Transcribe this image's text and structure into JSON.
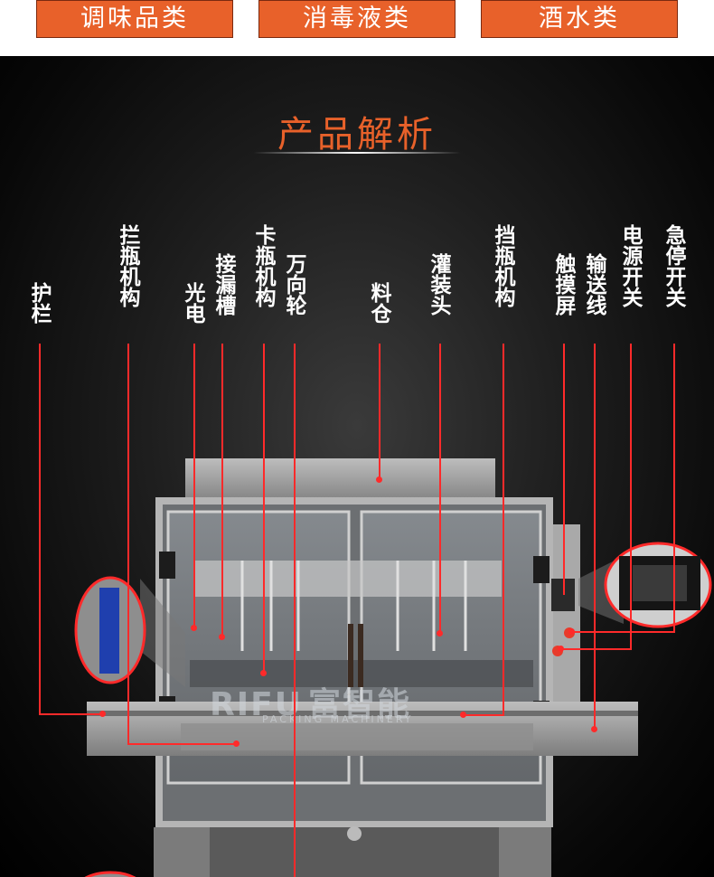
{
  "categories": [
    "调味品类",
    "消毒液类",
    "酒水类"
  ],
  "section_title": "产品解析",
  "labels": {
    "guardrail": "护栏",
    "bottle_stop": "拦瓶机构",
    "photoelectric": "光电",
    "drip_tray": "接漏槽",
    "bottle_clamp": "卡瓶机构",
    "caster": "万向轮",
    "hopper": "料仓",
    "filling_head": "灌装头",
    "bottle_block": "挡瓶机构",
    "touch_screen": "触摸屏",
    "conveyor": "输送线",
    "power_switch": "电源开关",
    "emergency_stop": "急停开关"
  },
  "watermark": {
    "brand_latin": "RIFU",
    "brand_cn": "富智能",
    "tagline": "PACKING MACHINERY"
  },
  "colors": {
    "accent": "#e8612a",
    "leader": "#ff2a2a",
    "background": "#000000"
  }
}
